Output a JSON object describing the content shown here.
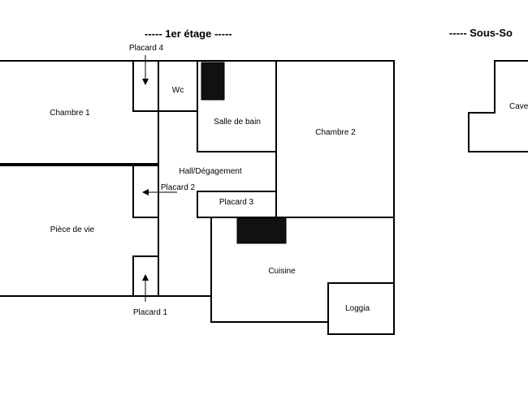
{
  "headings": {
    "first_floor": "-----  1er étage  -----",
    "basement": "-----  Sous-So"
  },
  "rooms": {
    "chambre_1": "Chambre 1",
    "piece_de_vie": "Pièce de vie",
    "wc": "Wc",
    "salle_de_bain": "Salle de bain",
    "hall": "Hall/Dégagement",
    "placard_3": "Placard 3",
    "chambre_2": "Chambre 2",
    "cuisine": "Cuisine",
    "loggia": "Loggia",
    "cave": "Cave"
  },
  "closets": {
    "placard_1": "Placard 1",
    "placard_2": "Placard 2",
    "placard_4": "Placard 4"
  }
}
